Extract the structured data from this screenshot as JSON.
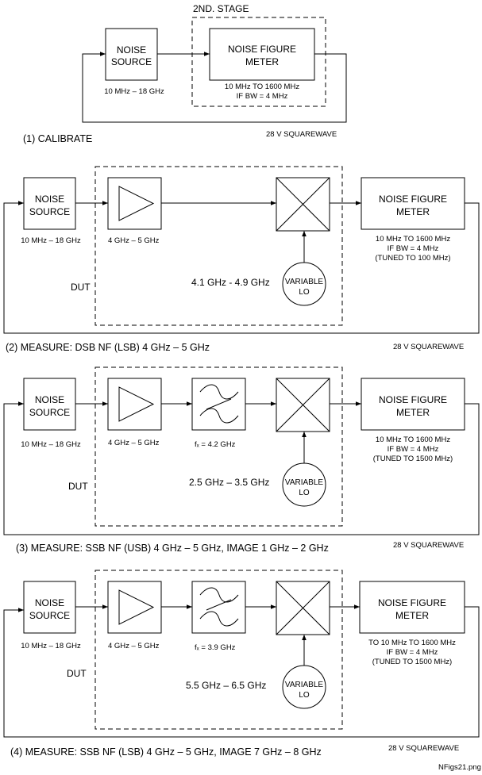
{
  "diagram1": {
    "stage_label": "2ND. STAGE",
    "noise_source": [
      "NOISE",
      "SOURCE"
    ],
    "noise_source_range": "10 MHz – 18 GHz",
    "nfm": [
      "NOISE FIGURE",
      "METER"
    ],
    "nfm_specs": [
      "10 MHz TO 1600 MHz",
      "IF BW = 4 MHz"
    ],
    "supply": "28 V SQUAREWAVE",
    "caption": "(1) CALIBRATE"
  },
  "diagram2": {
    "noise_source": [
      "NOISE",
      "SOURCE"
    ],
    "noise_source_range": "10 MHz – 18 GHz",
    "amp_range": "4 GHz – 5 GHz",
    "dut": "DUT",
    "lo_range": "4.1 GHz - 4.9 GHz",
    "lo": [
      "VARIABLE",
      "LO"
    ],
    "nfm": [
      "NOISE FIGURE",
      "METER"
    ],
    "nfm_specs": [
      "10 MHz TO 1600 MHz",
      "IF BW = 4 MHz",
      "(TUNED TO 100 MHz)"
    ],
    "supply": "28 V SQUAREWAVE",
    "caption": "(2) MEASURE: DSB NF (LSB) 4 GHz – 5 GHz"
  },
  "diagram3": {
    "noise_source": [
      "NOISE",
      "SOURCE"
    ],
    "noise_source_range": "10 MHz – 18 GHz",
    "amp_range": "4 GHz – 5 GHz",
    "filter_fc": "fₓ = 4.2 GHz",
    "dut": "DUT",
    "lo_range": "2.5 GHz – 3.5 GHz",
    "lo": [
      "VARIABLE",
      "LO"
    ],
    "nfm": [
      "NOISE FIGURE",
      "METER"
    ],
    "nfm_specs": [
      "10 MHz TO 1600 MHz",
      "IF BW = 4 MHz",
      "(TUNED TO 1500 MHz)"
    ],
    "supply": "28 V SQUAREWAVE",
    "caption": "(3) MEASURE: SSB NF (USB) 4 GHz – 5 GHz, IMAGE 1 GHz – 2 GHz"
  },
  "diagram4": {
    "noise_source": [
      "NOISE",
      "SOURCE"
    ],
    "noise_source_range": "10 MHz – 18 GHz",
    "amp_range": "4 GHz – 5 GHz",
    "filter_fc": "fₓ = 3.9 GHz",
    "dut": "DUT",
    "lo_range": "5.5 GHz – 6.5 GHz",
    "lo": [
      "VARIABLE",
      "LO"
    ],
    "nfm": [
      "NOISE FIGURE",
      "METER"
    ],
    "nfm_specs": [
      "TO 10 MHz TO 1600 MHz",
      "IF BW = 4 MHz",
      "(TUNED TO 1500 MHz)"
    ],
    "supply": "28 V SQUAREWAVE",
    "caption": "(4) MEASURE: SSB NF (LSB) 4 GHz – 5 GHz, IMAGE 7 GHz – 8 GHz",
    "filename": "NFigs21.png"
  }
}
